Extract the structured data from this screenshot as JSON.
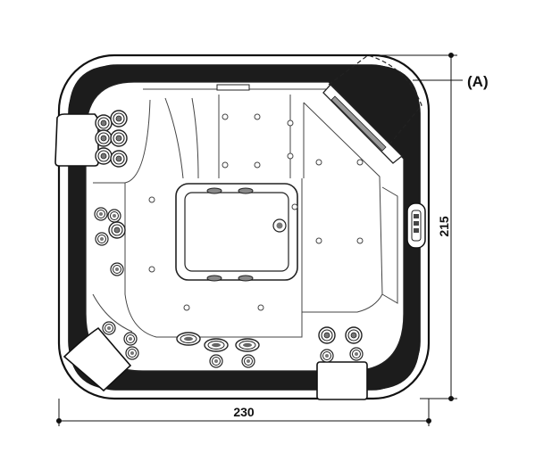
{
  "diagram": {
    "callout_label": "(A)",
    "width_label": "230",
    "height_label": "215"
  }
}
